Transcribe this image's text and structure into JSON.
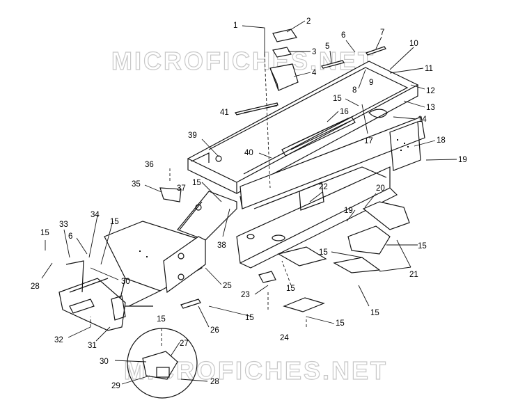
{
  "watermarks": [
    "MICROFICHES.NET",
    "MICROFICHES.NET"
  ],
  "callouts": [
    {
      "id": "c1",
      "text": "1"
    },
    {
      "id": "c2",
      "text": "2"
    },
    {
      "id": "c3",
      "text": "3"
    },
    {
      "id": "c4",
      "text": "4"
    },
    {
      "id": "c5",
      "text": "5"
    },
    {
      "id": "c6a",
      "text": "6"
    },
    {
      "id": "c7",
      "text": "7"
    },
    {
      "id": "c8",
      "text": "8"
    },
    {
      "id": "c9",
      "text": "9"
    },
    {
      "id": "c10",
      "text": "10"
    },
    {
      "id": "c11",
      "text": "11"
    },
    {
      "id": "c12",
      "text": "12"
    },
    {
      "id": "c13",
      "text": "13"
    },
    {
      "id": "c14",
      "text": "14"
    },
    {
      "id": "c15a",
      "text": "15"
    },
    {
      "id": "c16",
      "text": "16"
    },
    {
      "id": "c17",
      "text": "17"
    },
    {
      "id": "c18",
      "text": "18"
    },
    {
      "id": "c19a",
      "text": "19"
    },
    {
      "id": "c39",
      "text": "39"
    },
    {
      "id": "c40",
      "text": "40"
    },
    {
      "id": "c41",
      "text": "41"
    },
    {
      "id": "c36",
      "text": "36"
    },
    {
      "id": "c35",
      "text": "35"
    },
    {
      "id": "c37",
      "text": "37"
    },
    {
      "id": "c15b",
      "text": "15"
    },
    {
      "id": "c22",
      "text": "22"
    },
    {
      "id": "c20",
      "text": "20"
    },
    {
      "id": "c19b",
      "text": "19"
    },
    {
      "id": "c38",
      "text": "38"
    },
    {
      "id": "c15c",
      "text": "15"
    },
    {
      "id": "c15d",
      "text": "15"
    },
    {
      "id": "c21",
      "text": "21"
    },
    {
      "id": "c34",
      "text": "34"
    },
    {
      "id": "c33",
      "text": "33"
    },
    {
      "id": "c15e",
      "text": "15"
    },
    {
      "id": "c15f",
      "text": "15"
    },
    {
      "id": "c6b",
      "text": "6"
    },
    {
      "id": "c28a",
      "text": "28"
    },
    {
      "id": "c30a",
      "text": "30"
    },
    {
      "id": "c25",
      "text": "25"
    },
    {
      "id": "c23",
      "text": "23"
    },
    {
      "id": "c15g",
      "text": "15"
    },
    {
      "id": "c15h",
      "text": "15"
    },
    {
      "id": "c15i",
      "text": "15"
    },
    {
      "id": "c26",
      "text": "26"
    },
    {
      "id": "c15j",
      "text": "15"
    },
    {
      "id": "c32",
      "text": "32"
    },
    {
      "id": "c31",
      "text": "31"
    },
    {
      "id": "c24",
      "text": "24"
    },
    {
      "id": "c15k",
      "text": "15"
    },
    {
      "id": "c15l",
      "text": "15"
    },
    {
      "id": "c27",
      "text": "27"
    },
    {
      "id": "c30b",
      "text": "30"
    },
    {
      "id": "c29",
      "text": "29"
    },
    {
      "id": "c28b",
      "text": "28"
    }
  ]
}
